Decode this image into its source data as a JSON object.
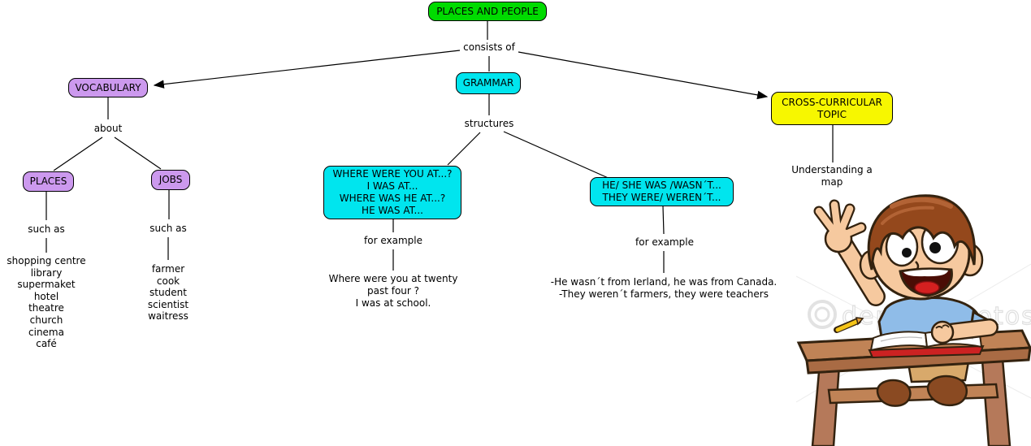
{
  "nodes": {
    "root": {
      "label": "PLACES AND PEOPLE",
      "color": "#00DB00"
    },
    "vocabulary": {
      "label": "VOCABULARY",
      "color": "#CC99EE"
    },
    "grammar": {
      "label": "GRAMMAR",
      "color": "#00E5EE"
    },
    "cross_curricular": {
      "line1": "CROSS-CURRICULAR",
      "line2": "TOPIC",
      "color": "#F7F700"
    },
    "places": {
      "label": "PLACES",
      "color": "#CC99EE"
    },
    "jobs": {
      "label": "JOBS",
      "color": "#CC99EE"
    },
    "structure_where": {
      "color": "#00E5EE",
      "lines": [
        "WHERE WERE YOU AT...?",
        "I WAS AT...",
        "WHERE WAS HE AT...?",
        "HE WAS AT..."
      ]
    },
    "structure_was": {
      "color": "#00E5EE",
      "lines": [
        "HE/ SHE WAS /WASN´T...",
        "THEY WERE/ WEREN´T..."
      ]
    }
  },
  "connector_labels": {
    "consists_of": "consists of",
    "about": "about",
    "structures": "structures",
    "such_as_places": "such as",
    "such_as_jobs": "such as",
    "for_example_left": "for example",
    "for_example_right": "for example"
  },
  "leaves": {
    "places_list": [
      "shopping centre",
      "library",
      "supermaket",
      "hotel",
      "theatre",
      "church",
      "cinema",
      "café"
    ],
    "jobs_list": [
      "farmer",
      "cook",
      "student",
      "scientist",
      "waitress"
    ],
    "example_left": [
      "Where were you at twenty",
      "past four ?",
      "I was at school."
    ],
    "example_right": [
      "-He wasn´t from Ierland, he was from Canada.",
      "-They weren´t farmers, they were teachers"
    ],
    "cross_curricular_detail": [
      "Understanding a",
      "map"
    ]
  },
  "illustration": {
    "description": "cartoon boy raising hand at a school desk with open book",
    "watermark": "depositphotos"
  }
}
